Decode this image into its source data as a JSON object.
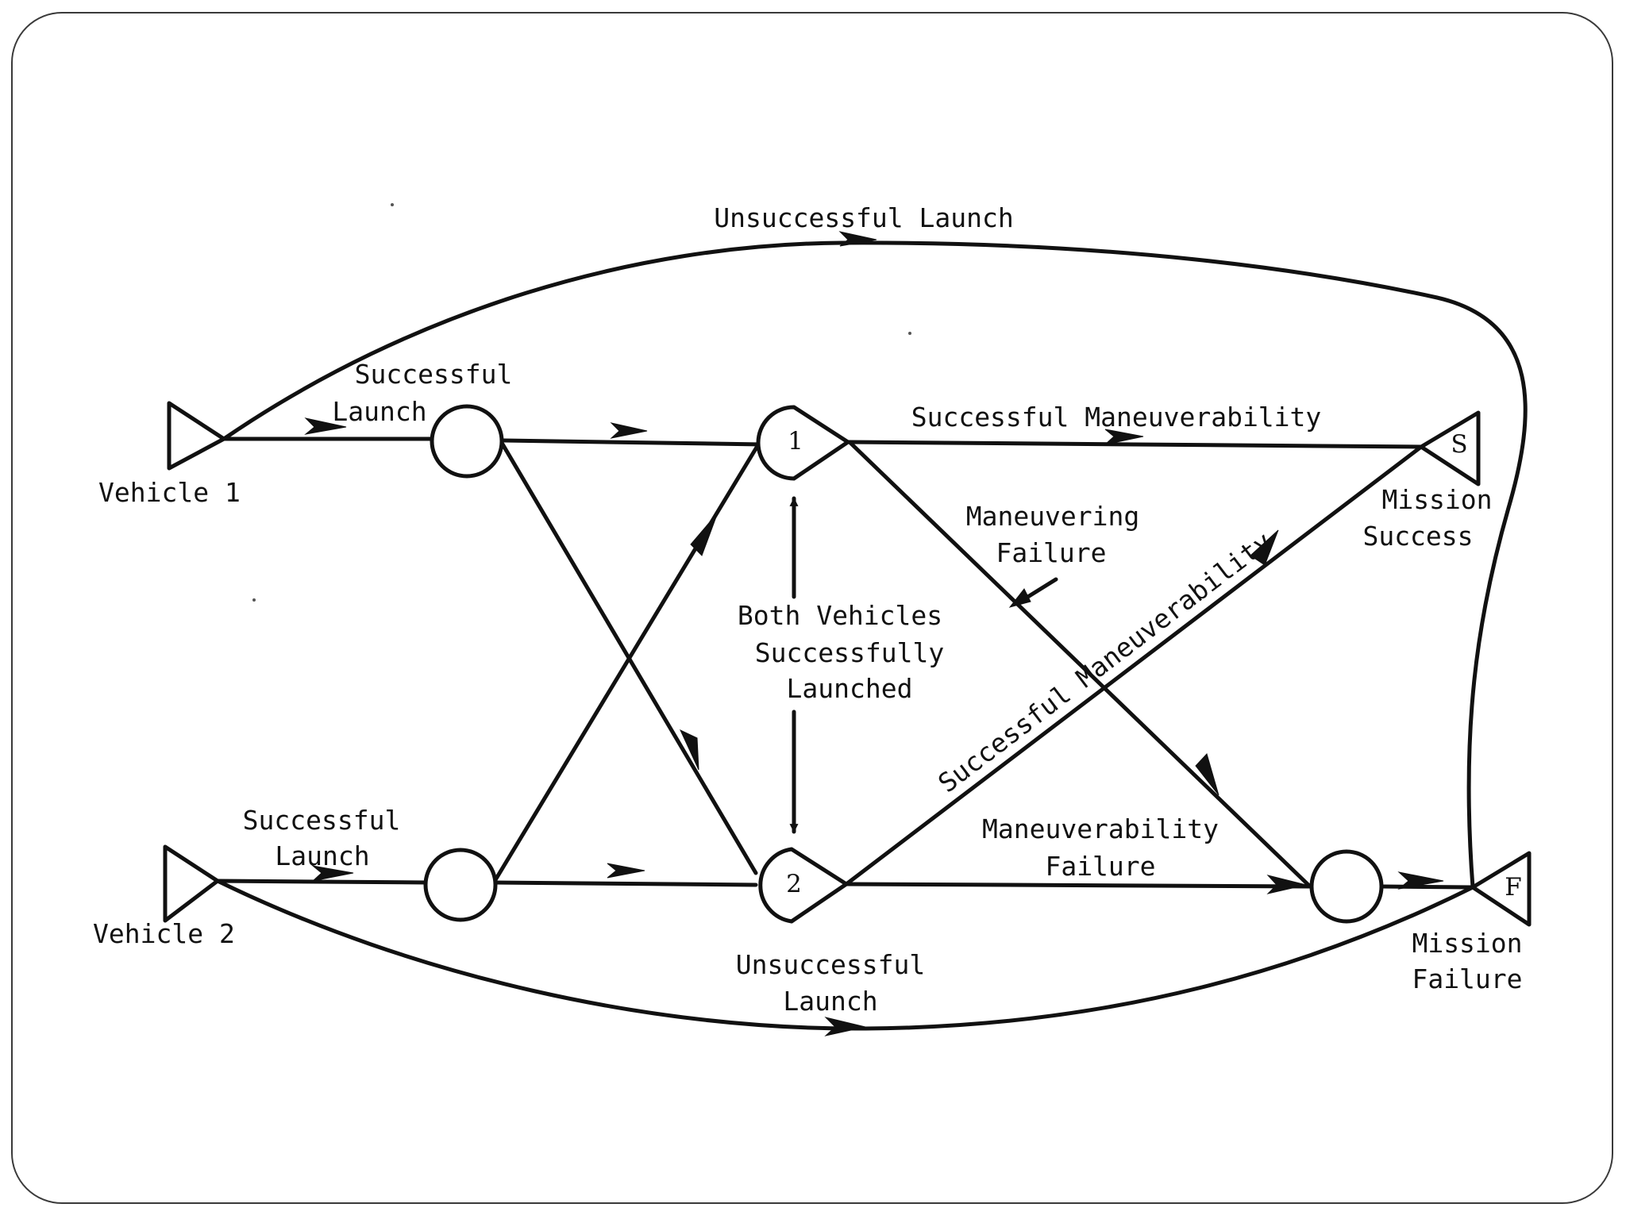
{
  "diagram": {
    "nodes": {
      "vehicle1": "Vehicle 1",
      "vehicle2": "Vehicle 2",
      "decision1": "1",
      "decision2": "2",
      "success_terminal": "S",
      "failure_terminal": "F",
      "mission_success": [
        "Mission",
        "Success"
      ],
      "mission_failure": [
        "Mission",
        "Failure"
      ]
    },
    "edges": {
      "unsuccessful_launch_top": "Unsuccessful Launch",
      "successful_launch_1": [
        "Successful",
        "Launch"
      ],
      "successful_launch_2": [
        "Successful",
        "Launch"
      ],
      "successful_maneuverability_top": "Successful Maneuverability",
      "maneuvering_failure": [
        "Maneuvering",
        "Failure"
      ],
      "both_vehicles": [
        "Both Vehicles",
        "Successfully",
        "Launched"
      ],
      "successful_maneuverability_diag": "Successful Maneuverability",
      "maneuverability_failure": [
        "Maneuverability",
        "Failure"
      ],
      "unsuccessful_launch_bottom": [
        "Unsuccessful",
        "Launch"
      ]
    }
  }
}
